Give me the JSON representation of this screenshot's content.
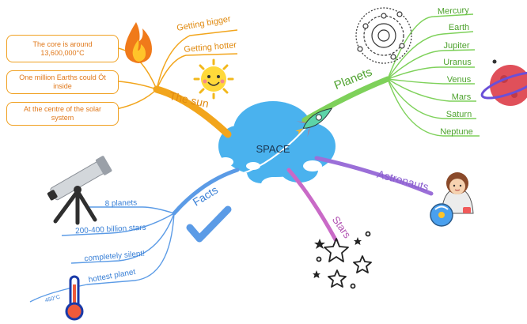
{
  "center": {
    "title": "SPACE"
  },
  "colors": {
    "sun": "#f2a51c",
    "planets": "#7ed15a",
    "astronauts": "#9b6fd8",
    "stars": "#c96ac7",
    "facts": "#5b9be6",
    "cloud": "#4ab2ee"
  },
  "sun_branch": {
    "label": "The sun",
    "items": [
      "Getting bigger",
      "Getting hotter"
    ],
    "notes": [
      "The core is around 13,600,000°C",
      "One million  Earths could Öt inside",
      "At the centre of the solar system"
    ],
    "icons": [
      "flame-icon",
      "smiling-sun-icon"
    ]
  },
  "planets_branch": {
    "label": "Planets",
    "items": [
      "Mercury",
      "Earth",
      "Jupiter",
      "Uranus",
      "Venus",
      "Mars",
      "Saturn",
      "Neptune"
    ],
    "icons": [
      "solar-system-orbit-icon",
      "ringed-planet-icon",
      "rocket-icon"
    ]
  },
  "astronauts_branch": {
    "label": "Astronauts",
    "icons": [
      "astronaut-icon"
    ]
  },
  "stars_branch": {
    "label": "Stars",
    "icons": [
      "stars-cluster-icon"
    ]
  },
  "facts_branch": {
    "label": "Facts",
    "items": [
      "8 planets",
      "200-400 billion stars",
      "completely silent!",
      "hottest planet"
    ],
    "thermometer_reading": "450°C",
    "icons": [
      "telescope-icon",
      "checkmark-icon",
      "thermometer-icon"
    ]
  }
}
